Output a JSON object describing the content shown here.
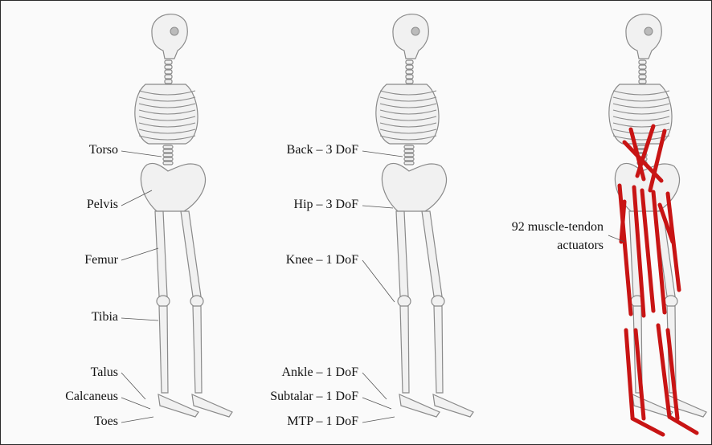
{
  "figure": {
    "panel_left": {
      "labels": [
        "Torso",
        "Pelvis",
        "Femur",
        "Tibia",
        "Talus",
        "Calcaneus",
        "Toes"
      ]
    },
    "panel_middle": {
      "labels": [
        "Back – 3 DoF",
        "Hip – 3 DoF",
        "Knee – 1 DoF",
        "Ankle – 1 DoF",
        "Subtalar – 1 DoF",
        "MTP – 1 DoF"
      ]
    },
    "panel_right": {
      "label_line1": "92 muscle-tendon",
      "label_line2": "actuators"
    },
    "colors": {
      "bone_fill": "#f1f1f1",
      "bone_stroke": "#8a8a8a",
      "muscle": "#c81414",
      "leader": "#555555"
    }
  }
}
